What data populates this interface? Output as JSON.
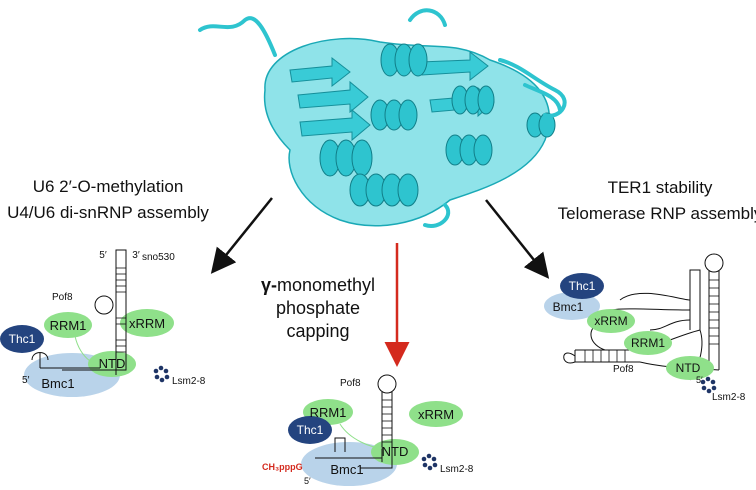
{
  "left_panel": {
    "heading_line1": "U6 2′-O-methylation",
    "heading_line2": "U4/U6 di-snRNP assembly",
    "labels": {
      "prime5_top": "5′",
      "prime3_top": "3′",
      "sno": "sno530",
      "pof8": "Pof8",
      "rrm1": "RRM1",
      "xrrm": "xRRM",
      "thc1": "Thc1",
      "ntd": "NTD",
      "prime5_bottom": "5′",
      "bmc1": "Bmc1",
      "lsm": "Lsm2-8"
    }
  },
  "center_panel": {
    "heading_line1": "monomethyl",
    "gamma": "γ-",
    "heading_line2": "phosphate",
    "heading_line3": "capping",
    "labels": {
      "pof8": "Pof8",
      "rrm1": "RRM1",
      "xrrm": "xRRM",
      "thc1": "Thc1",
      "ntd": "NTD",
      "cap": "CH₃pppG",
      "bmc1": "Bmc1",
      "prime5": "5′",
      "lsm": "Lsm2-8"
    }
  },
  "right_panel": {
    "heading_line1": "TER1 stability",
    "heading_line2": "Telomerase RNP assembly",
    "labels": {
      "thc1": "Thc1",
      "bmc1": "Bmc1",
      "xrrm": "xRRM",
      "rrm1": "RRM1",
      "pof8": "Pof8",
      "ntd": "NTD",
      "prime5": "5′",
      "lsm": "Lsm2-8"
    }
  },
  "colors": {
    "protein": "#2ec4cf",
    "light_green": "#8fe08a",
    "light_blue": "#b9d3ea",
    "dark_blue": "#24447f",
    "red_arrow": "#d42a1e",
    "cap_text": "#d42a1e",
    "lsm_dots": "#1f3566"
  }
}
